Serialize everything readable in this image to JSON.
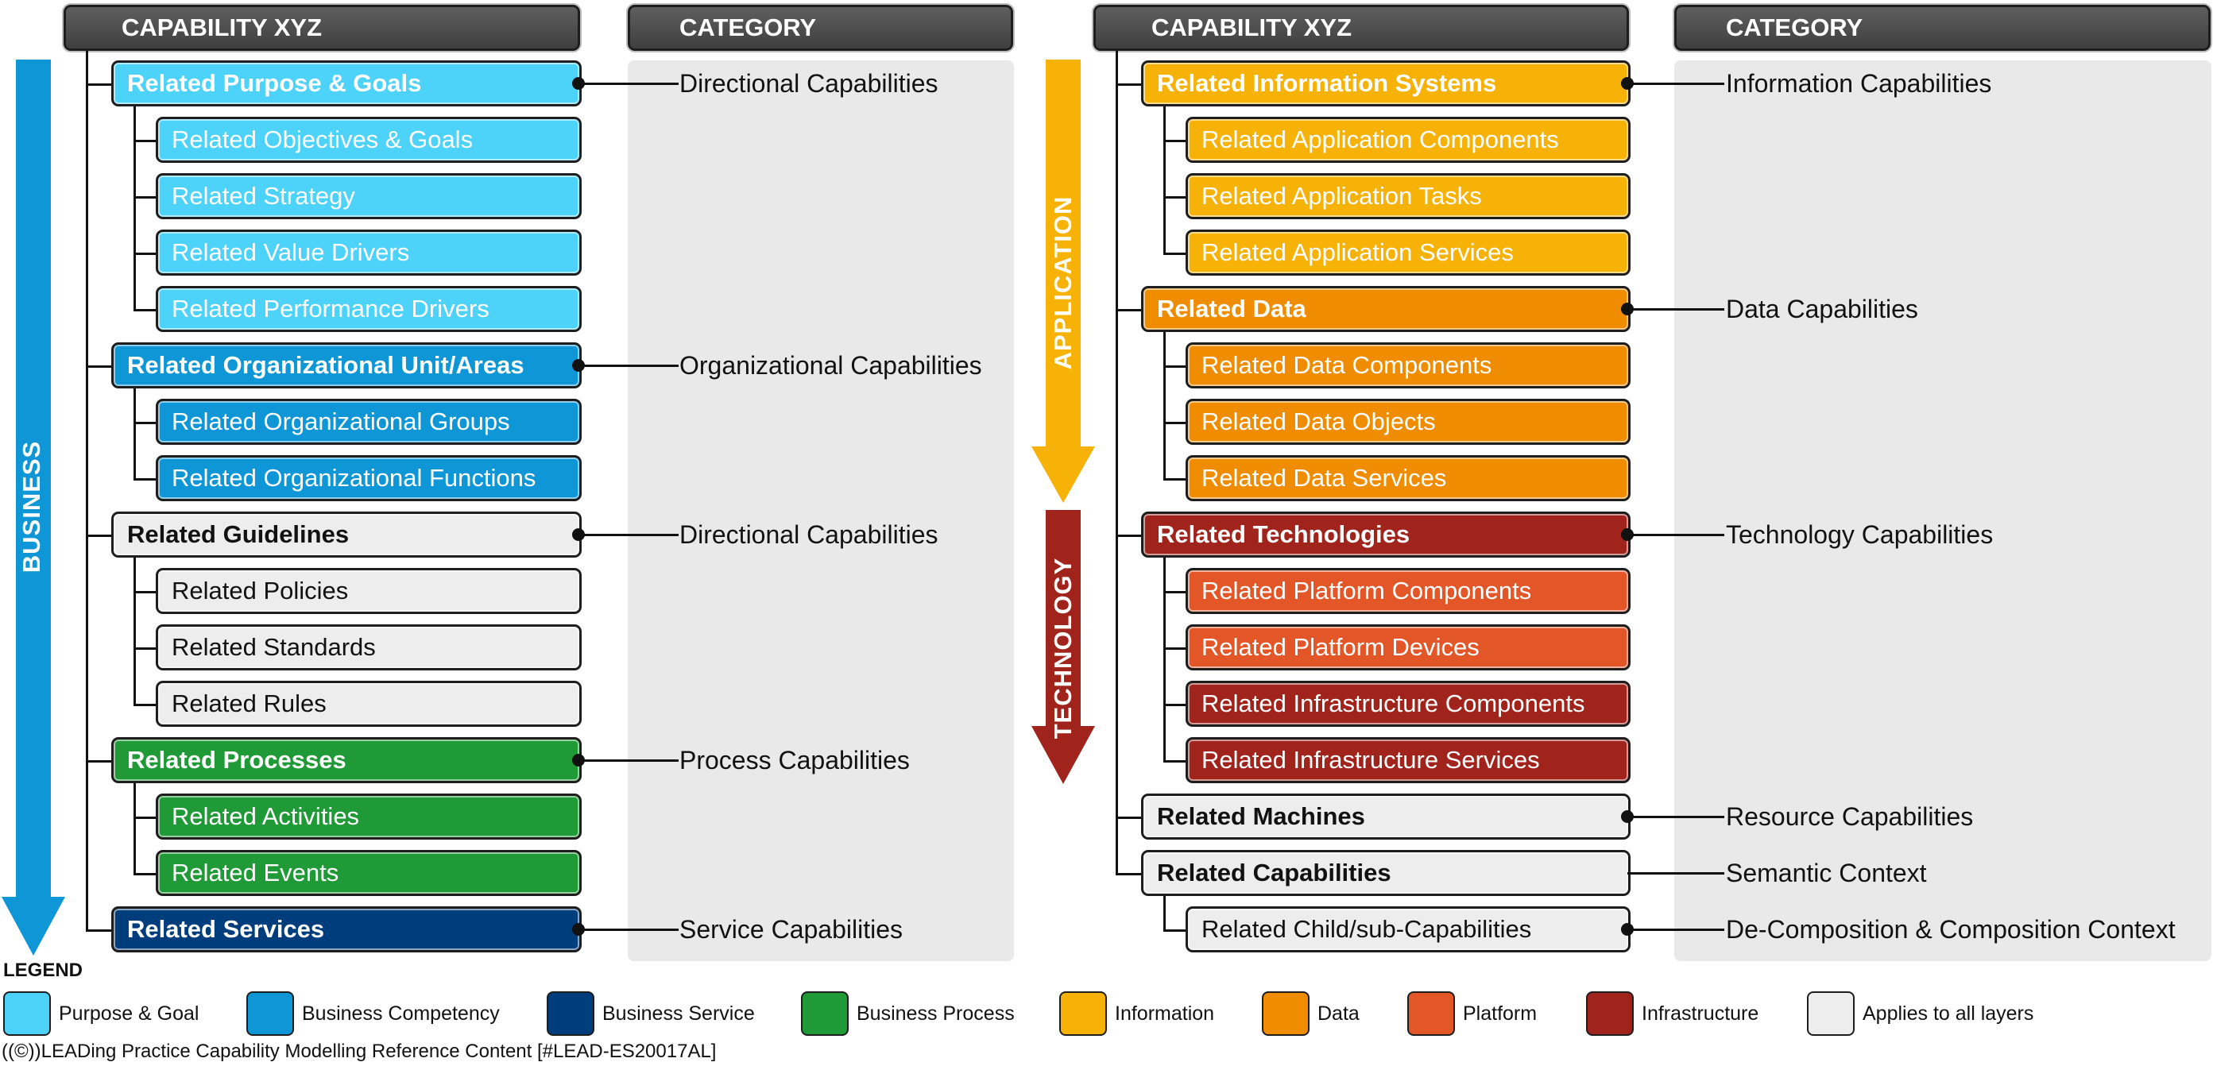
{
  "headers": {
    "capability_left": "CAPABILITY XYZ",
    "category_left": "CATEGORY",
    "capability_right": "CAPABILITY XYZ",
    "category_right": "CATEGORY"
  },
  "arrows": {
    "business": "BUSINESS",
    "application": "APPLICATION",
    "technology": "TECHNOLOGY"
  },
  "colors": {
    "purpose_goal": "#4dd2fa",
    "business_competency": "#0e96d6",
    "business_service": "#003d7c",
    "business_process": "#1f9a36",
    "information": "#f6b206",
    "data": "#ef8c00",
    "platform": "#e25628",
    "infrastructure": "#a1241c",
    "all_layers": "#ededed"
  },
  "left": {
    "related_purpose_goals": "Related Purpose & Goals",
    "related_objectives_goals": "Related Objectives & Goals",
    "related_strategy": "Related Strategy",
    "related_value_drivers": "Related Value Drivers",
    "related_performance_drivers": "Related Performance Drivers",
    "related_org_unit_areas": "Related Organizational Unit/Areas",
    "related_org_groups": "Related Organizational Groups",
    "related_org_functions": "Related Organizational Functions",
    "related_guidelines": "Related Guidelines",
    "related_policies": "Related Policies",
    "related_standards": "Related Standards",
    "related_rules": "Related Rules",
    "related_processes": "Related Processes",
    "related_activities": "Related Activities",
    "related_events": "Related Events",
    "related_services": "Related Services"
  },
  "left_categories": {
    "purpose": "Directional Capabilities",
    "org": "Organizational Capabilities",
    "guidelines": "Directional Capabilities",
    "processes": "Process Capabilities",
    "services": "Service Capabilities"
  },
  "right": {
    "related_information_systems": "Related Information Systems",
    "related_app_components": "Related Application Components",
    "related_app_tasks": "Related Application Tasks",
    "related_app_services": "Related Application Services",
    "related_data": "Related Data",
    "related_data_components": "Related Data Components",
    "related_data_objects": "Related Data Objects",
    "related_data_services": "Related Data Services",
    "related_technologies": "Related Technologies",
    "related_platform_components": "Related Platform Components",
    "related_platform_devices": "Related Platform Devices",
    "related_infra_components": "Related Infrastructure Components",
    "related_infra_services": "Related Infrastructure Services",
    "related_machines": "Related Machines",
    "related_capabilities": "Related Capabilities",
    "related_child_sub": "Related Child/sub-Capabilities"
  },
  "right_categories": {
    "information": "Information Capabilities",
    "data": "Data Capabilities",
    "technology": "Technology Capabilities",
    "resource": "Resource Capabilities",
    "semantic": "Semantic Context",
    "decomposition": "De-Composition & Composition Context"
  },
  "legend": {
    "title": "LEGEND",
    "items": [
      "Purpose & Goal",
      "Business Competency",
      "Business Service",
      "Business Process",
      "Information",
      "Data",
      "Platform",
      "Infrastructure",
      "Applies to all layers"
    ]
  },
  "footer": "LEADing Practice Capability Modelling Reference Content [#LEAD-ES20017AL]"
}
